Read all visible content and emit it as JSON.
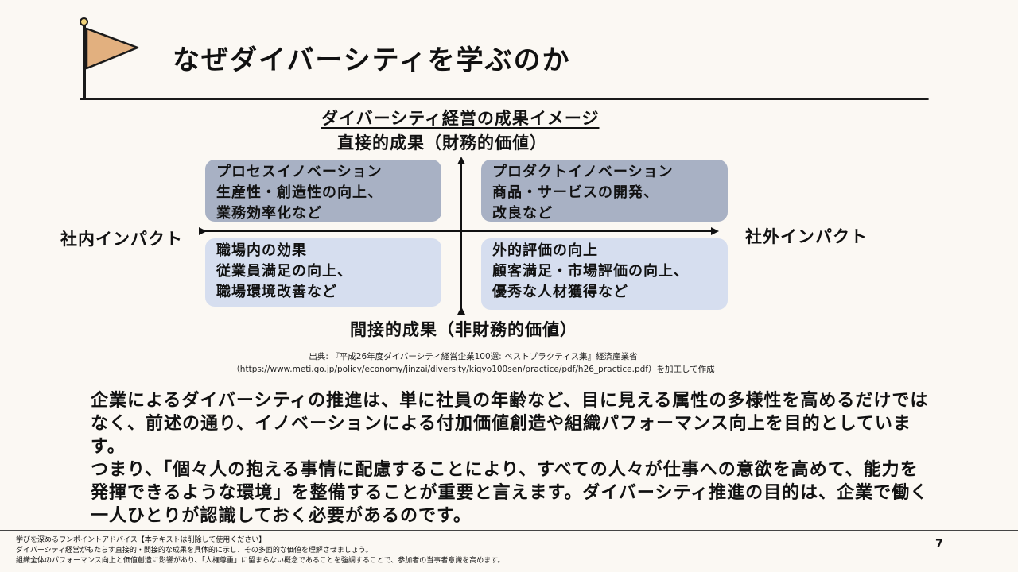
{
  "header": {
    "title": "なぜダイバーシティを学ぶのか",
    "flag_color": "#e2b07f"
  },
  "diagram": {
    "title": "ダイバーシティ経営の成果イメージ",
    "axis_top": "直接的成果（財務的価値）",
    "axis_bottom": "間接的成果（非財務的価値）",
    "axis_left": "社内インパクト",
    "axis_right": "社外インパクト",
    "quadrants": {
      "top_left": [
        "プロセスイノベーション",
        "生産性・創造性の向上、",
        "業務効率化など"
      ],
      "top_right": [
        "プロダクトイノベーション",
        "商品・サービスの開発、",
        "改良など"
      ],
      "bottom_left": [
        "職場内の効果",
        "従業員満足の向上、",
        "職場環境改善など"
      ],
      "bottom_right": [
        "外的評価の向上",
        "顧客満足・市場評価の向上、",
        "優秀な人材獲得など"
      ]
    },
    "colors": {
      "direct": "#a8b1c4",
      "indirect": "#d6deef"
    }
  },
  "source": {
    "line1": "出典: 『平成26年度ダイバーシティ経営企業100選: ベストプラクティス集』経済産業省",
    "line2": "（https://www.meti.go.jp/policy/economy/jinzai/diversity/kigyo100sen/practice/pdf/h26_practice.pdf）を加工して作成"
  },
  "body": {
    "paragraph1": "企業によるダイバーシティの推進は、単に社員の年齢など、目に見える属性の多様性を高めるだけではなく、前述の通り、イノベーションによる付加価値創造や組織パフォーマンス向上を目的としています。",
    "paragraph2": "つまり、「個々人の抱える事情に配慮することにより、すべての人々が仕事への意欲を高めて、能力を発揮できるような環境」を整備することが重要と言えます。ダイバーシティ推進の目的は、企業で働く一人ひとりが認識しておく必要があるのです。"
  },
  "footer": {
    "note1": "学びを深めるワンポイントアドバイス【本テキストは削除して使用ください】",
    "note2": "ダイバーシティ経営がもたらす直接的・間接的な成果を具体的に示し、その多面的な価値を理解させましょう。",
    "note3": "組織全体のパフォーマンス向上と価値創造に影響があり、「人権尊重」に留まらない概念であることを強調することで、参加者の当事者意識を高めます。",
    "page_number": "7"
  }
}
